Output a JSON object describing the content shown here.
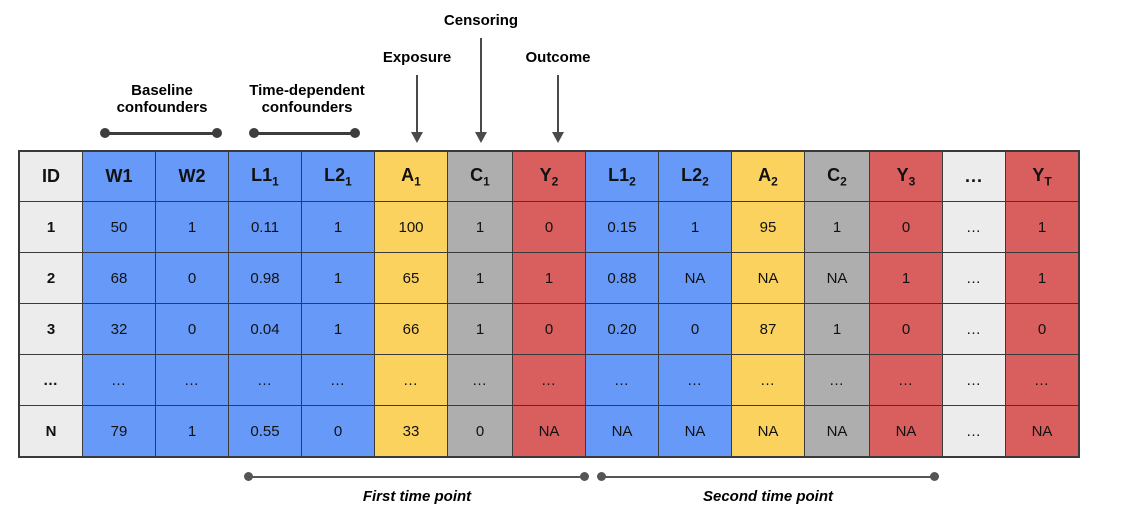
{
  "annotations": {
    "baseline_confounders": "Baseline\nconfounders",
    "time_dependent_confounders": "Time-dependent\nconfounders",
    "exposure": "Exposure",
    "censoring": "Censoring",
    "outcome": "Outcome",
    "first_time_point": "First time point",
    "second_time_point": "Second time point"
  },
  "colors": {
    "baseline_and_timedep": "#6699f8",
    "exposure": "#fbd25d",
    "censoring": "#aeaeae",
    "outcome": "#d95e5e",
    "id_and_ellipsis": "#ececec",
    "border": "#3a3a3a",
    "connector": "#4a4a4a"
  },
  "table": {
    "columns": [
      {
        "base": "ID",
        "sub": "",
        "type": "id"
      },
      {
        "base": "W1",
        "sub": "",
        "type": "blue"
      },
      {
        "base": "W2",
        "sub": "",
        "type": "blue"
      },
      {
        "base": "L1",
        "sub": "1",
        "type": "blue"
      },
      {
        "base": "L2",
        "sub": "1",
        "type": "blue"
      },
      {
        "base": "A",
        "sub": "1",
        "type": "yellow"
      },
      {
        "base": "C",
        "sub": "1",
        "type": "gray"
      },
      {
        "base": "Y",
        "sub": "2",
        "type": "red"
      },
      {
        "base": "L1",
        "sub": "2",
        "type": "blue"
      },
      {
        "base": "L2",
        "sub": "2",
        "type": "blue"
      },
      {
        "base": "A",
        "sub": "2",
        "type": "yellow"
      },
      {
        "base": "C",
        "sub": "2",
        "type": "gray"
      },
      {
        "base": "Y",
        "sub": "3",
        "type": "red"
      },
      {
        "base": "...",
        "sub": "",
        "type": "ellip"
      },
      {
        "base": "Y",
        "sub": "T",
        "type": "red"
      }
    ],
    "rows": [
      [
        "1",
        "50",
        "1",
        "0.11",
        "1",
        "100",
        "1",
        "0",
        "0.15",
        "1",
        "95",
        "1",
        "0",
        "…",
        "1"
      ],
      [
        "2",
        "68",
        "0",
        "0.98",
        "1",
        "65",
        "1",
        "1",
        "0.88",
        "NA",
        "NA",
        "NA",
        "1",
        "…",
        "1"
      ],
      [
        "3",
        "32",
        "0",
        "0.04",
        "1",
        "66",
        "1",
        "0",
        "0.20",
        "0",
        "87",
        "1",
        "0",
        "…",
        "0"
      ],
      [
        "…",
        "…",
        "…",
        "…",
        "…",
        "…",
        "…",
        "…",
        "…",
        "…",
        "…",
        "…",
        "…",
        "…",
        "…"
      ],
      [
        "N",
        "79",
        "1",
        "0.55",
        "0",
        "33",
        "0",
        "NA",
        "NA",
        "NA",
        "NA",
        "NA",
        "NA",
        "…",
        "NA"
      ]
    ]
  }
}
